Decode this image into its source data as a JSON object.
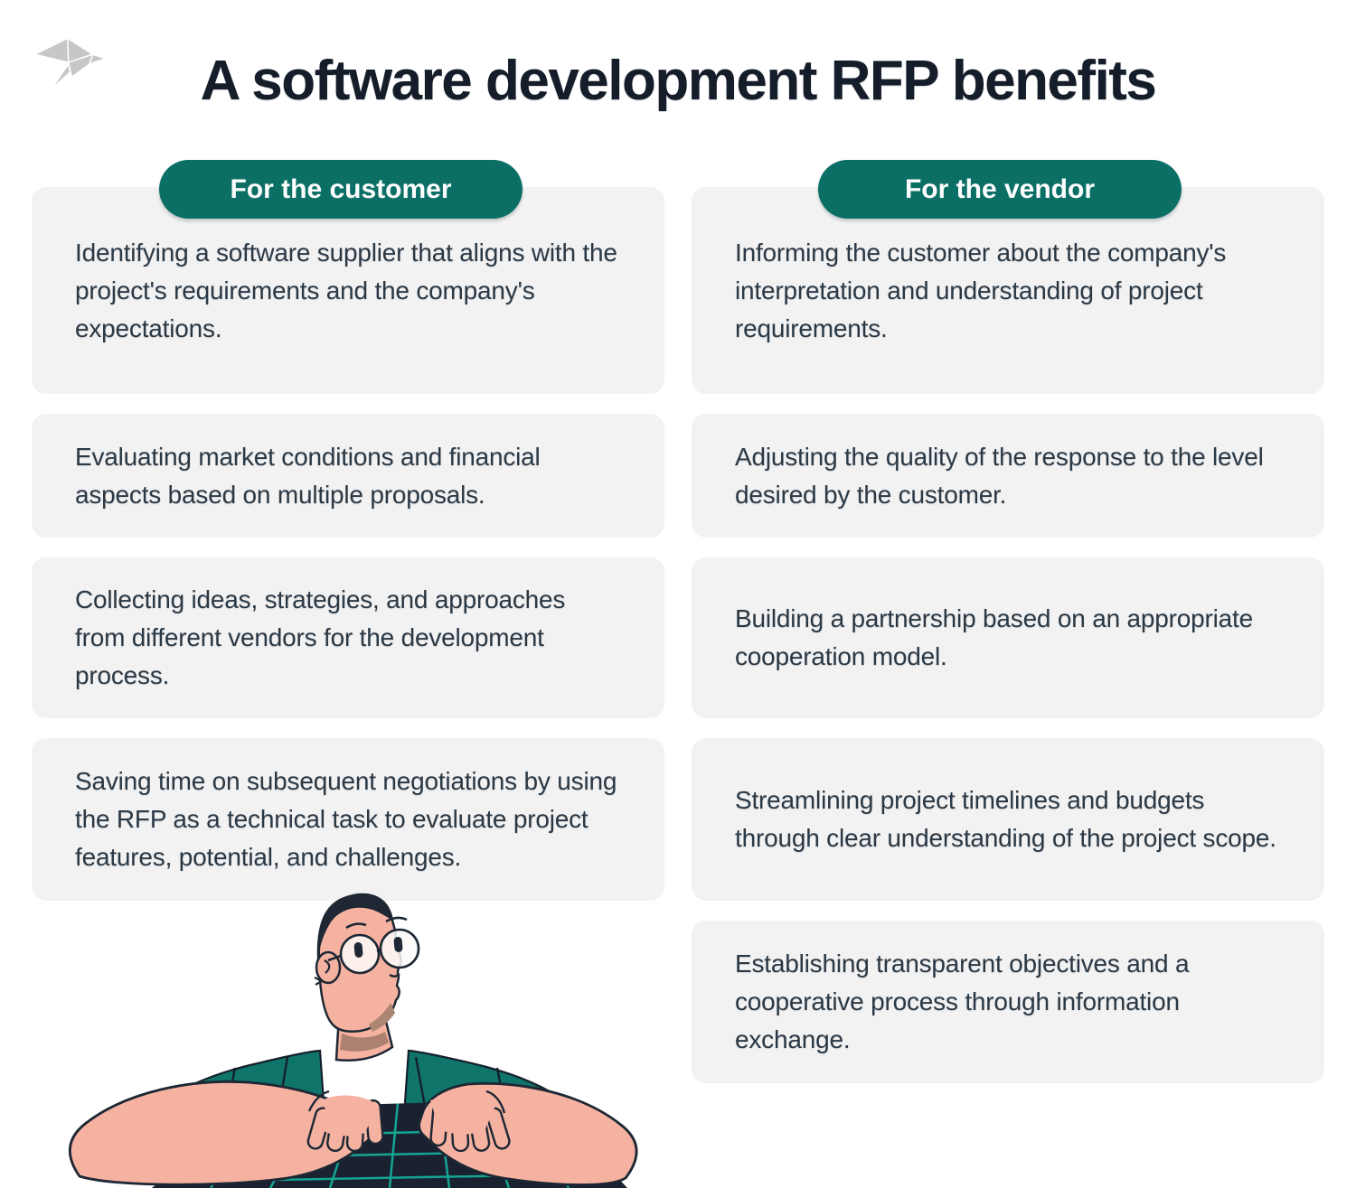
{
  "page": {
    "title": "A software development RFP benefits",
    "background_color": "#ffffff"
  },
  "brand": {
    "logo_icon": "origami-bird-icon",
    "logo_color": "#c6c7c8"
  },
  "theme": {
    "accent_teal": "#0c6f66",
    "card_background": "#f2f2f3",
    "title_color": "#151d2a",
    "body_text_color": "#2b3945",
    "pill_text_color": "#ffffff",
    "illustration_colors": {
      "skin": "#f5b2a0",
      "outline": "#1d2734",
      "jacket_teal": "#0f756b",
      "hair": "#1e2733",
      "shirt": "#ffffff",
      "keyboard": "#1a2130",
      "keyboard_grid": "#15a593",
      "jaw_shadow": "#ab8673"
    }
  },
  "columns": [
    {
      "header": "For the customer",
      "cards": [
        {
          "text": "Identifying a software supplier that aligns with the project's requirements and the company's expectations."
        },
        {
          "text": "Evaluating market conditions and financial aspects based on multiple proposals."
        },
        {
          "text": "Collecting ideas, strategies, and approaches from different vendors for the development process."
        },
        {
          "text": "Saving time on subsequent negotiations by using the RFP as a technical task to evaluate project features, potential, and challenges."
        }
      ]
    },
    {
      "header": "For the vendor",
      "cards": [
        {
          "text": "Informing the customer about the company's interpretation and understanding of project requirements."
        },
        {
          "text": "Adjusting the quality of the response to the level desired by the customer."
        },
        {
          "text": "Building a partnership based on an appropriate cooperation model."
        },
        {
          "text": "Streamlining project timelines and budgets through clear understanding of the project scope."
        },
        {
          "text": "Establishing transparent objectives and a cooperative process through information exchange."
        }
      ]
    }
  ],
  "illustration": {
    "name": "man-typing-on-keyboard"
  }
}
